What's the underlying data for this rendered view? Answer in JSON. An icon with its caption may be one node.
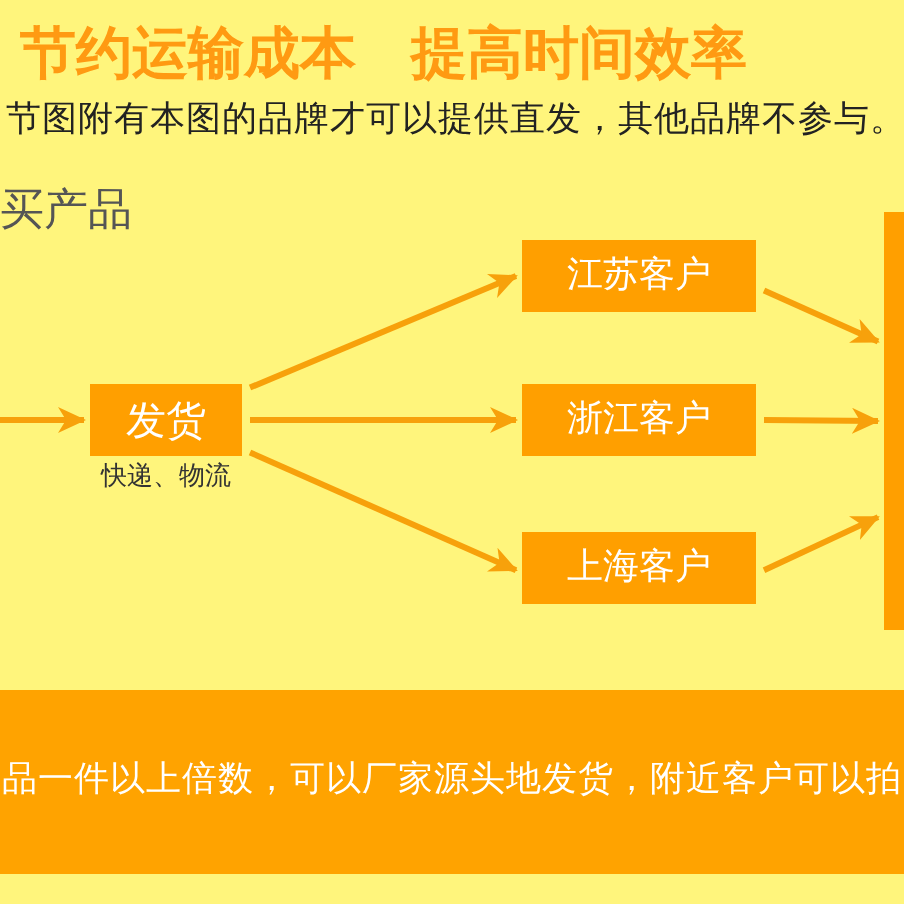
{
  "diagram": {
    "title": "节约运输成本 提高时间效率",
    "nodes": [
      {
        "text": [
          "发货"
        ],
        "beside": [
          "快递、物流"
        ]
      },
      {
        "text": [
          "江苏客户"
        ]
      },
      {
        "text": [
          "浙江客户"
        ]
      },
      {
        "text": [
          "上海客户"
        ]
      },
      {
        "text": [],
        "shape": "box"
      },
      {
        "text": [
          "品一件以上倍数，可以厂家源头地发货，附近客户可以拍"
        ]
      }
    ],
    "edges": [
      {
        "from": null,
        "to": 0,
        "arrow": "to"
      },
      {
        "from": 0,
        "to": 1,
        "arrow": "to"
      },
      {
        "from": 0,
        "to": 2,
        "arrow": "to"
      },
      {
        "from": 0,
        "to": 3,
        "arrow": "to"
      },
      {
        "from": 1,
        "to": 4,
        "arrow": "to"
      },
      {
        "from": 2,
        "to": 4,
        "arrow": "to"
      },
      {
        "from": 3,
        "to": 4,
        "arrow": "to"
      }
    ],
    "labels": [
      "节图附有本图的品牌才可以提供直发，其他品牌不参与。",
      "买产品"
    ]
  }
}
